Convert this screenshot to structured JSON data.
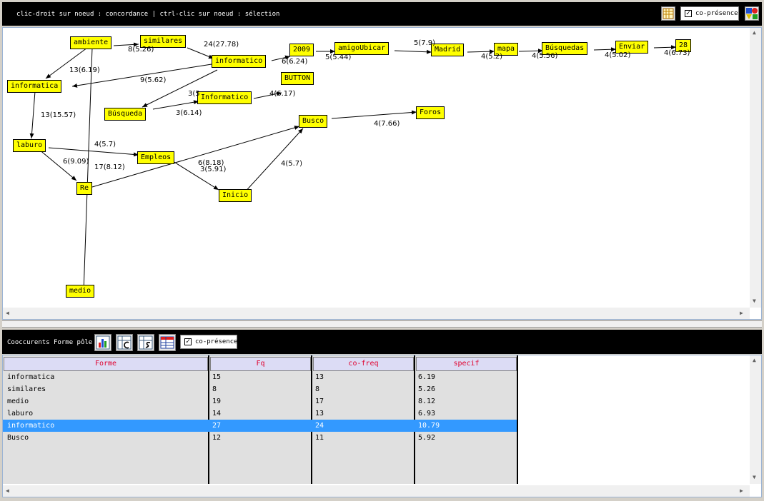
{
  "toolbar": {
    "hint": "clic-droit sur noeud : concordance | ctrl-clic sur noeud : sélection",
    "copresence_label": "co-présence",
    "copresence_checked": "✓"
  },
  "graph": {
    "nodes": [
      {
        "id": "ambiente",
        "label": "ambiente"
      },
      {
        "id": "similares",
        "label": "similares"
      },
      {
        "id": "informatico",
        "label": "informatico"
      },
      {
        "id": "n2009",
        "label": "2009"
      },
      {
        "id": "amigoUbicar",
        "label": "amigoUbicar"
      },
      {
        "id": "Madrid",
        "label": "Madrid"
      },
      {
        "id": "mapa",
        "label": "mapa"
      },
      {
        "id": "Busquedas",
        "label": "Búsquedas"
      },
      {
        "id": "Enviar",
        "label": "Enviar"
      },
      {
        "id": "n28",
        "label": "28"
      },
      {
        "id": "informatica",
        "label": "informatica"
      },
      {
        "id": "BUTTON",
        "label": "BUTTON"
      },
      {
        "id": "Informatico",
        "label": "Informatico"
      },
      {
        "id": "Busqueda",
        "label": "Búsqueda"
      },
      {
        "id": "Busco",
        "label": "Busco"
      },
      {
        "id": "Foros",
        "label": "Foros"
      },
      {
        "id": "laburo",
        "label": "laburo"
      },
      {
        "id": "Empleos",
        "label": "Empleos"
      },
      {
        "id": "Re",
        "label": "Re"
      },
      {
        "id": "Inicio",
        "label": "Inicio"
      },
      {
        "id": "medio",
        "label": "medio"
      }
    ],
    "edge_labels": [
      "8(5.26)",
      "24(27.78)",
      "6(6.24)",
      "5(5.44)",
      "5(7.9)",
      "4(5.2)",
      "4(5.56)",
      "4(5.02)",
      "4(6.73)",
      "13(6.19)",
      "9(5.62)",
      "3(5",
      "4(6.17)",
      "13(15.57)",
      "3(6.14)",
      "4(7.66)",
      "4(5.7)",
      "6(9.09)",
      "17(8.12)",
      "6(8.18)",
      "3(5.91)",
      "4(5.7)"
    ]
  },
  "table": {
    "title": "Cooccurents Forme pôle",
    "copresence_label": "co-présence",
    "copresence_checked": "✓",
    "columns": [
      "Forme",
      "Fq",
      "co-freq",
      "specif"
    ],
    "rows": [
      [
        "informatica",
        "15",
        "13",
        "6.19"
      ],
      [
        "similares",
        "8",
        "8",
        "5.26"
      ],
      [
        "medio",
        "19",
        "17",
        "8.12"
      ],
      [
        "laburo",
        "14",
        "13",
        "6.93"
      ],
      [
        "informatico",
        "27",
        "24",
        "10.79"
      ],
      [
        "Busco",
        "12",
        "11",
        "5.92"
      ]
    ],
    "selected_row": 4
  },
  "colors": {
    "node_fill": "#ffff00",
    "bar_bg": "#000000",
    "selection": "#3399ff",
    "header_text": "#e0002e"
  }
}
